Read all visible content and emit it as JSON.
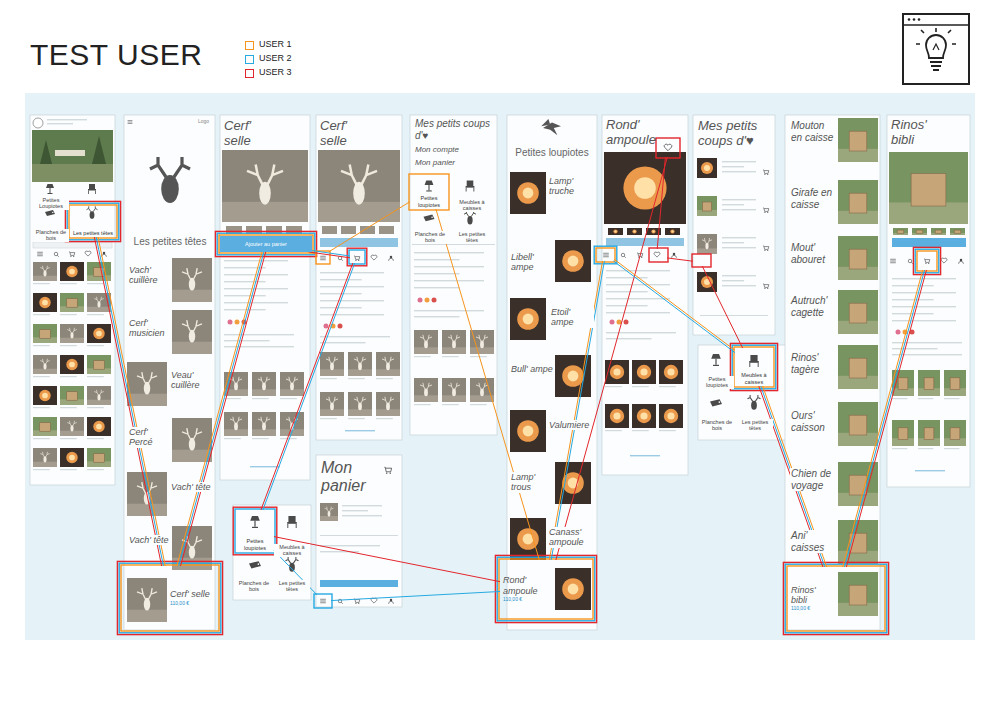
{
  "diagram": {
    "title": "TEST USER",
    "nodes": [
      {
        "text": [
          "Les petites têtes"
        ]
      },
      {
        "text": [
          "Cerf' selle",
          "110,00 €"
        ]
      },
      {
        "text": [
          "Ajouter au panier"
        ]
      },
      {
        "text": []
      },
      {
        "text": []
      },
      {
        "text": [
          "Petites loupiotes"
        ]
      },
      {
        "text": [
          "Petites loupiotes"
        ]
      },
      {
        "text": []
      },
      {
        "text": [
          "Rond' ampoule",
          "110,00 €"
        ]
      },
      {
        "text": []
      },
      {
        "text": []
      },
      {
        "text": []
      },
      {
        "text": []
      },
      {
        "text": [
          "Meubles à caisses"
        ]
      },
      {
        "text": [
          "Rinos' bibli",
          "110,00 €"
        ]
      },
      {
        "text": []
      }
    ],
    "edges": [
      {
        "from": 0,
        "to": 1,
        "arrow": "none"
      },
      {
        "from": 0,
        "to": 1,
        "arrow": "none"
      },
      {
        "from": 0,
        "to": 1,
        "arrow": "none"
      },
      {
        "from": 1,
        "to": 2,
        "arrow": "none"
      },
      {
        "from": 1,
        "to": 2,
        "arrow": "none"
      },
      {
        "from": 1,
        "to": 2,
        "arrow": "none"
      },
      {
        "from": 2,
        "to": 3,
        "arrow": "none"
      },
      {
        "from": 2,
        "to": 4,
        "arrow": "none"
      },
      {
        "from": 2,
        "to": 4,
        "arrow": "none"
      },
      {
        "from": 3,
        "to": 5,
        "arrow": "none"
      },
      {
        "from": 4,
        "to": 6,
        "arrow": "none"
      },
      {
        "from": 4,
        "to": 6,
        "arrow": "none"
      },
      {
        "from": 5,
        "to": 8,
        "arrow": "none"
      },
      {
        "from": 6,
        "to": 7,
        "arrow": "none"
      },
      {
        "from": 7,
        "to": 8,
        "arrow": "none"
      },
      {
        "from": 6,
        "to": 8,
        "arrow": "none"
      },
      {
        "from": 8,
        "to": 10,
        "arrow": "none"
      },
      {
        "from": 8,
        "to": 10,
        "arrow": "none"
      },
      {
        "from": 8,
        "to": 9,
        "arrow": "none"
      },
      {
        "from": 9,
        "to": 11,
        "arrow": "none"
      },
      {
        "from": 11,
        "to": 12,
        "arrow": "none"
      },
      {
        "from": 12,
        "to": 13,
        "arrow": "none"
      },
      {
        "from": 10,
        "to": 13,
        "arrow": "none"
      },
      {
        "from": 10,
        "to": 13,
        "arrow": "none"
      },
      {
        "from": 13,
        "to": 14,
        "arrow": "none"
      },
      {
        "from": 13,
        "to": 14,
        "arrow": "none"
      },
      {
        "from": 13,
        "to": 14,
        "arrow": "none"
      },
      {
        "from": 14,
        "to": 15,
        "arrow": "none"
      },
      {
        "from": 14,
        "to": 15,
        "arrow": "none"
      },
      {
        "from": 14,
        "to": 15,
        "arrow": "none"
      }
    ],
    "labels": [
      "Les petites têtes",
      "Cerf' selle",
      "Cerf' selle",
      "Mes petits coups d'♥",
      "Mon compte",
      "Mon panier",
      "Mon panier",
      "Petites loupiotes",
      "Rond' ampoule",
      "Mes petits coups d'♥",
      "Mouton en caisse",
      "Girafe en caisse",
      "Mout' abouret",
      "Autruch' cagette",
      "Rinos' tagère",
      "Ours' caisson",
      "Chien de voyage",
      "Ani' caisses",
      "Rinos' bibli",
      "Vach' cuillère",
      "Cerf' musicien",
      "Veau' cuillère",
      "Cerf' Percé",
      "Vach' tête",
      "Vach' tête",
      "Lamp' truche",
      "Libell' ampe",
      "Etoil' ampe",
      "Bull' ampe",
      "Valumiere",
      "Lamp' trous",
      "Canass' ampoule",
      "Meubles à caisses",
      "Planches de bois",
      "Les petites têtes",
      "Meubles à caisses",
      "Planches de bois",
      "Les petites têtes",
      "Petites loupiotes",
      "Planches de bois",
      "Les petites têtes",
      "Petites Loupiotes",
      "Planches de bois",
      "Logo"
    ],
    "legend": [
      {
        "text": "USER 1",
        "color": "#f7941d"
      },
      {
        "text": "USER 2",
        "color": "#27a9e1"
      },
      {
        "text": "USER 3",
        "color": "#e3262c"
      }
    ]
  }
}
